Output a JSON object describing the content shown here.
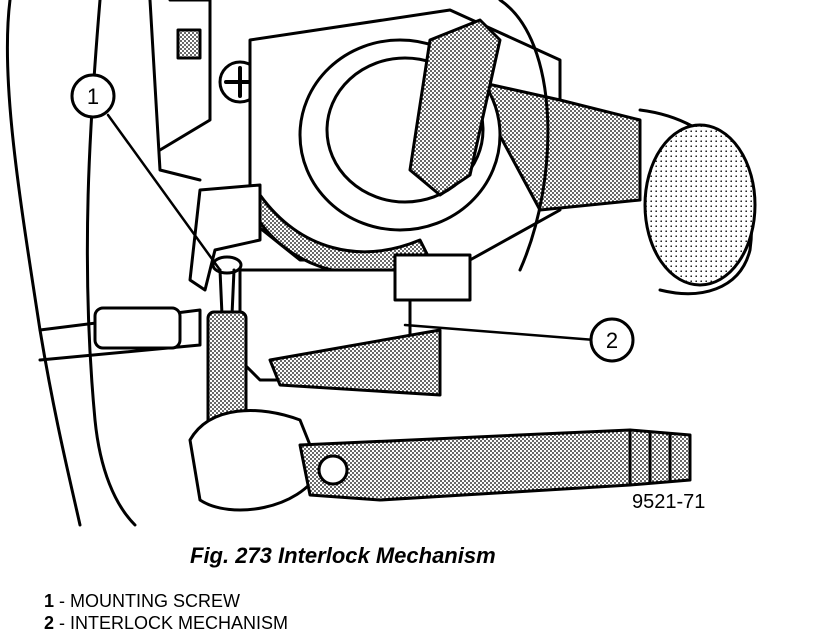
{
  "figure": {
    "caption": "Fig. 273 Interlock Mechanism",
    "code": "9521-71",
    "callouts": [
      {
        "number": "1",
        "label": "MOUNTING SCREW"
      },
      {
        "number": "2",
        "label": "INTERLOCK MECHANISM"
      }
    ],
    "legend_separator": " - "
  },
  "colors": {
    "ink": "#000000",
    "paper": "#ffffff",
    "stipple": "#8a8a8a"
  }
}
